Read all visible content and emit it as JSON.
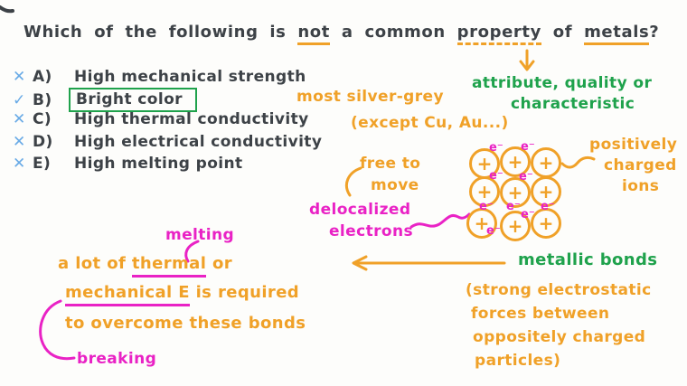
{
  "question": {
    "part1": "Which of the following is",
    "not_word": "not",
    "part2": "a common",
    "property_word": "property",
    "part3": "of",
    "metals_word": "metals",
    "question_mark": "?"
  },
  "options": [
    {
      "mark": "✕",
      "letter": "A)",
      "text": "High mechanical strength",
      "correct": false
    },
    {
      "mark": "✓",
      "letter": "B)",
      "text": "Bright color",
      "correct": true
    },
    {
      "mark": "✕",
      "letter": "C)",
      "text": "High thermal conductivity",
      "correct": false
    },
    {
      "mark": "✕",
      "letter": "D)",
      "text": "High electrical conductivity",
      "correct": false
    },
    {
      "mark": "✕",
      "letter": "E)",
      "text": "High melting point",
      "correct": false
    }
  ],
  "annotations": {
    "property_meaning": {
      "line1": "attribute, quality or",
      "line2": "characteristic"
    },
    "color_note": {
      "line1": "most silver-grey",
      "line2": "(except Cu, Au...)"
    },
    "free_note": {
      "line1": "free to",
      "line2": "move"
    },
    "delocalized": {
      "line1": "delocalized",
      "line2": "electrons"
    },
    "positive_ions": {
      "line1": "positively",
      "line2": "charged",
      "line3": "ions"
    },
    "metallic_bonds": "metallic bonds",
    "electrostatic": {
      "line1": "(strong electrostatic",
      "line2": "forces between",
      "line3": "oppositely charged",
      "line4": "particles)"
    },
    "melting": "melting",
    "breaking": "breaking",
    "energy_note": {
      "l1a": "a lot of",
      "l1b_underlined": "thermal",
      "l1c": "or",
      "l2a_underlined": "mechanical E",
      "l2b": "is required",
      "l3": "to overcome these bonds"
    }
  },
  "diagram": {
    "ion_label": "+",
    "electron_label": "e⁻"
  },
  "colors": {
    "ink": "#3d4247",
    "orange": "#f0a128",
    "magenta": "#e922c5",
    "green": "#1fa24c",
    "blue": "#68aae6"
  }
}
